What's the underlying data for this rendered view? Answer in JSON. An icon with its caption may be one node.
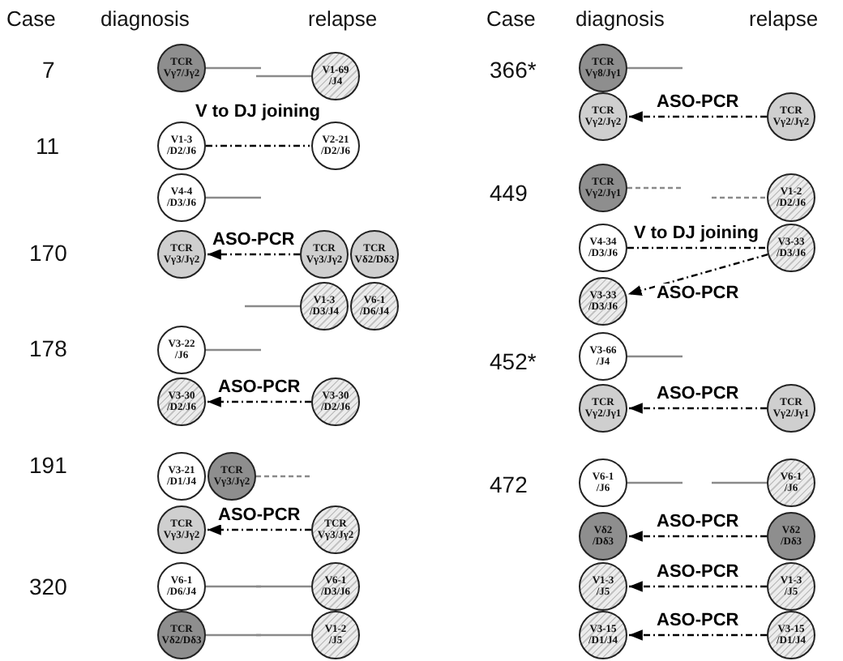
{
  "diagram": {
    "nodes": [
      {
        "text": [
          "TCR Vγ7/Jγ2"
        ]
      },
      {
        "text": [
          "V1-69 /J4"
        ]
      },
      {
        "text": [
          "V1-3 /D2/J6"
        ]
      },
      {
        "text": [
          "V2-21 /D2/J6"
        ]
      },
      {
        "text": [
          "V4-4 /D3/J6"
        ]
      },
      {
        "text": [
          "TCR Vγ3/Jγ2"
        ]
      },
      {
        "text": [
          "TCR Vγ3/Jγ2"
        ]
      },
      {
        "text": [
          "TCR Vδ2/Dδ3"
        ]
      },
      {
        "text": [
          "V1-3 /D3/J4"
        ]
      },
      {
        "text": [
          "V6-1 /D6/J4"
        ]
      },
      {
        "text": [
          "V3-22 /J6"
        ]
      },
      {
        "text": [
          "V3-30 /D2/J6"
        ]
      },
      {
        "text": [
          "V3-30 /D2/J6"
        ]
      },
      {
        "text": [
          "V3-21 /D1/J4"
        ]
      },
      {
        "text": [
          "TCR Vγ3/Jγ2"
        ]
      },
      {
        "text": [
          "TCR Vγ3/Jγ2"
        ]
      },
      {
        "text": [
          "TCR Vγ3/Jγ2"
        ]
      },
      {
        "text": [
          "V6-1 /D6/J4"
        ]
      },
      {
        "text": [
          "V6-1 /D3/J6"
        ]
      },
      {
        "text": [
          "TCR Vδ2/Dδ3"
        ]
      },
      {
        "text": [
          "V1-2 /J5"
        ]
      },
      {
        "text": [
          "TCR Vγ8/Jγ1"
        ]
      },
      {
        "text": [
          "TCR Vγ2/Jγ2"
        ]
      },
      {
        "text": [
          "TCR Vγ2/Jγ2"
        ]
      },
      {
        "text": [
          "TCR Vγ2/Jγ1"
        ]
      },
      {
        "text": [
          "V1-2 /D2/J6"
        ]
      },
      {
        "text": [
          "V4-34 /D3/J6"
        ]
      },
      {
        "text": [
          "V3-33 /D3/J6"
        ]
      },
      {
        "text": [
          "V3-33 /D3/J6"
        ]
      },
      {
        "text": [
          "V3-66 /J4"
        ]
      },
      {
        "text": [
          "TCR Vγ2/Jγ1"
        ]
      },
      {
        "text": [
          "TCR Vγ2/Jγ1"
        ]
      },
      {
        "text": [
          "V6-1 /J6"
        ]
      },
      {
        "text": [
          "V6-1 /J6"
        ]
      },
      {
        "text": [
          "Vδ2 /Dδ3"
        ]
      },
      {
        "text": [
          "Vδ2 /Dδ3"
        ]
      },
      {
        "text": [
          "V1-3 /J5"
        ]
      },
      {
        "text": [
          "V1-3 /J5"
        ]
      },
      {
        "text": [
          "V3-15 /D1/J4"
        ]
      },
      {
        "text": [
          "V3-15 /D1/J4"
        ]
      }
    ],
    "edges": [
      {
        "from": 0,
        "to": null,
        "arrow": "none"
      },
      {
        "from": null,
        "to": 1,
        "arrow": "none"
      },
      {
        "from": 2,
        "to": 3,
        "arrow": "none",
        "label": "V to DJ joining",
        "style": "dashed",
        "color": "#000000"
      },
      {
        "from": 4,
        "to": null,
        "arrow": "none"
      },
      {
        "from": 6,
        "to": 5,
        "arrow": "to",
        "label": "ASO-PCR",
        "style": "dashed",
        "color": "#000000"
      },
      {
        "from": null,
        "to": 8,
        "arrow": "none"
      },
      {
        "from": 10,
        "to": null,
        "arrow": "none"
      },
      {
        "from": 12,
        "to": 11,
        "arrow": "to",
        "label": "ASO-PCR",
        "style": "dashed",
        "color": "#000000"
      },
      {
        "from": 14,
        "to": null,
        "arrow": "none",
        "style": "dashed"
      },
      {
        "from": 16,
        "to": 15,
        "arrow": "to",
        "label": "ASO-PCR",
        "style": "dashed",
        "color": "#000000"
      },
      {
        "from": 17,
        "to": null,
        "arrow": "none"
      },
      {
        "from": null,
        "to": 18,
        "arrow": "none"
      },
      {
        "from": 19,
        "to": null,
        "arrow": "none"
      },
      {
        "from": null,
        "to": 20,
        "arrow": "none"
      },
      {
        "from": 21,
        "to": null,
        "arrow": "none"
      },
      {
        "from": 23,
        "to": 22,
        "arrow": "to",
        "label": "ASO-PCR",
        "style": "dashed",
        "color": "#000000"
      },
      {
        "from": 24,
        "to": null,
        "arrow": "none",
        "style": "dashed"
      },
      {
        "from": null,
        "to": 25,
        "arrow": "none",
        "style": "dashed"
      },
      {
        "from": 26,
        "to": 27,
        "arrow": "none",
        "label": "V to DJ joining",
        "style": "dashed",
        "color": "#000000"
      },
      {
        "from": 27,
        "to": 28,
        "arrow": "to",
        "label": "ASO-PCR",
        "style": "dashed",
        "color": "#000000"
      },
      {
        "from": 29,
        "to": null,
        "arrow": "none"
      },
      {
        "from": 31,
        "to": 30,
        "arrow": "to",
        "label": "ASO-PCR",
        "style": "dashed",
        "color": "#000000"
      },
      {
        "from": 32,
        "to": null,
        "arrow": "none"
      },
      {
        "from": null,
        "to": 33,
        "arrow": "none"
      },
      {
        "from": 35,
        "to": 34,
        "arrow": "to",
        "label": "ASO-PCR",
        "style": "dashed",
        "color": "#000000"
      },
      {
        "from": 37,
        "to": 36,
        "arrow": "to",
        "label": "ASO-PCR",
        "style": "dashed",
        "color": "#000000"
      },
      {
        "from": 39,
        "to": 38,
        "arrow": "to",
        "label": "ASO-PCR",
        "style": "dashed",
        "color": "#000000"
      }
    ],
    "labels": [
      "Case",
      "diagnosis",
      "relapse",
      "Case",
      "diagnosis",
      "relapse",
      "7",
      "11",
      "170",
      "178",
      "191",
      "320",
      "366*",
      "449",
      "452*",
      "472"
    ]
  }
}
